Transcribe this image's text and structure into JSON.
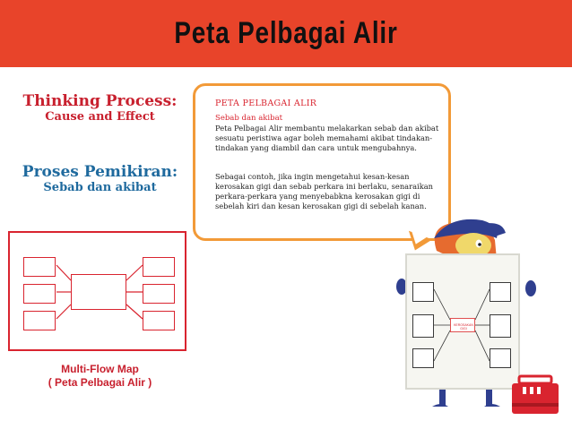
{
  "header": {
    "title": "Peta Pelbagai Alir",
    "bg_color": "#e8442a"
  },
  "left_panel": {
    "label_en": {
      "title": "Thinking Process:",
      "subtitle": "Cause and Effect"
    },
    "label_ms": {
      "title": "Proses Pemikiran:",
      "subtitle": "Sebab dan akibat"
    },
    "caption_line1": "Multi-Flow Map",
    "caption_line2": "( Peta Pelbagai Alir )"
  },
  "bubble": {
    "title": "PETA PELBAGAI ALIR",
    "subtitle": "Sebab dan akibat",
    "paragraph1": "Peta Pelbagai Alir membantu melakarkan sebab dan akibat sesuatu peristiwa agar boleh memahami akibat tindakan-tindakan yang diambil dan cara untuk mengubahnya.",
    "paragraph2": "Sebagai contoh, jika ingin mengetahui kesan-kesan kerosakan gigi dan sebab perkara ini berlaku, senaraikan perkara-perkara yang menyebabkna kerosakan gigi di sebelah kiri dan kesan kerosakan gigi di sebelah kanan."
  },
  "board": {
    "center_label": "KEROSAKAN GIGI"
  },
  "colors": {
    "accent_red": "#d9242f",
    "accent_blue": "#1f6a9e",
    "bubble_border": "#f29a38"
  },
  "icons": [
    "character-illustration-icon",
    "toolbox-icon"
  ]
}
